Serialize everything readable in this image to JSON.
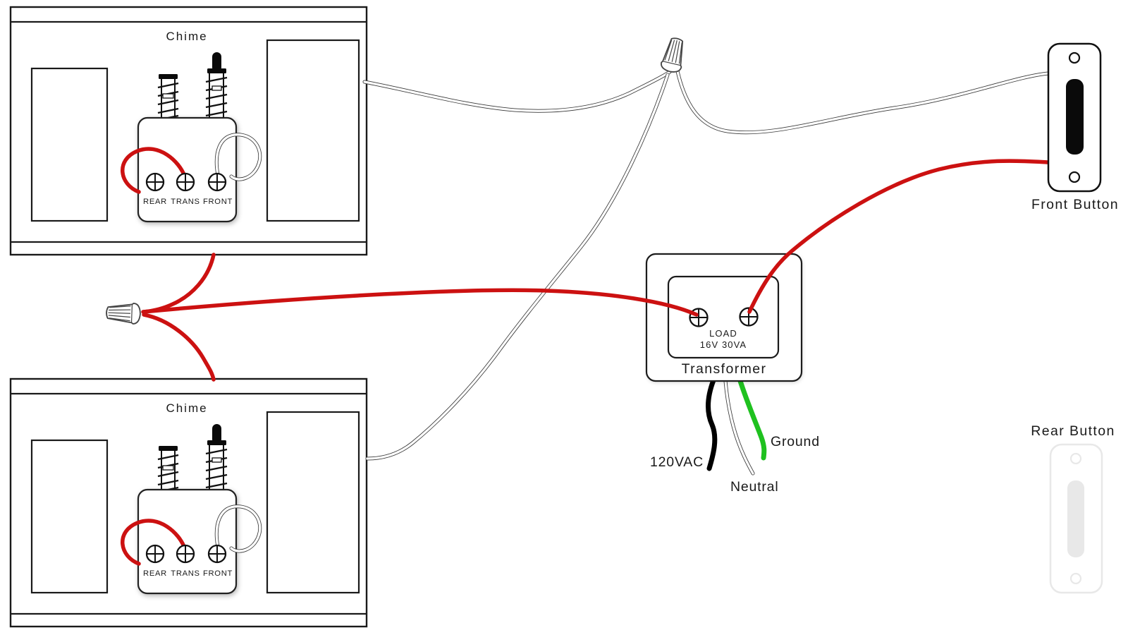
{
  "chime_top": {
    "label": "Chime",
    "terminals": [
      "REAR",
      "TRANS",
      "FRONT"
    ]
  },
  "chime_bottom": {
    "label": "Chime",
    "terminals": [
      "REAR",
      "TRANS",
      "FRONT"
    ]
  },
  "transformer": {
    "label": "Transformer",
    "load": "LOAD",
    "rating": "16V 30VA"
  },
  "supply": {
    "hot_label": "120VAC",
    "neutral_label": "Neutral",
    "ground_label": "Ground"
  },
  "front_button": {
    "label": "Front Button"
  },
  "rear_button": {
    "label": "Rear Button"
  },
  "colors": {
    "red": "#cc1111",
    "green": "#1fc11f",
    "black": "#000000",
    "faded": "#e8e8e8"
  }
}
